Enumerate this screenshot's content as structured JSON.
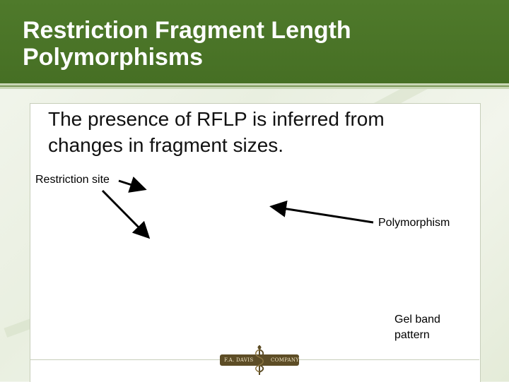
{
  "slide": {
    "title": "Restriction Fragment Length Polymorphisms",
    "body": "The presence of RFLP is inferred from changes in fragment sizes."
  },
  "labels": {
    "restriction_site": "Restriction site",
    "polymorphism": "Polymorphism",
    "gel_band_pattern_line1": "Gel band",
    "gel_band_pattern_line2": "pattern"
  },
  "logo": {
    "left_text": "F.A. DAVIS",
    "right_text": "COMPANY"
  },
  "colors": {
    "header_green": "#4f7a2b",
    "logo_brown": "#5d4d26"
  }
}
